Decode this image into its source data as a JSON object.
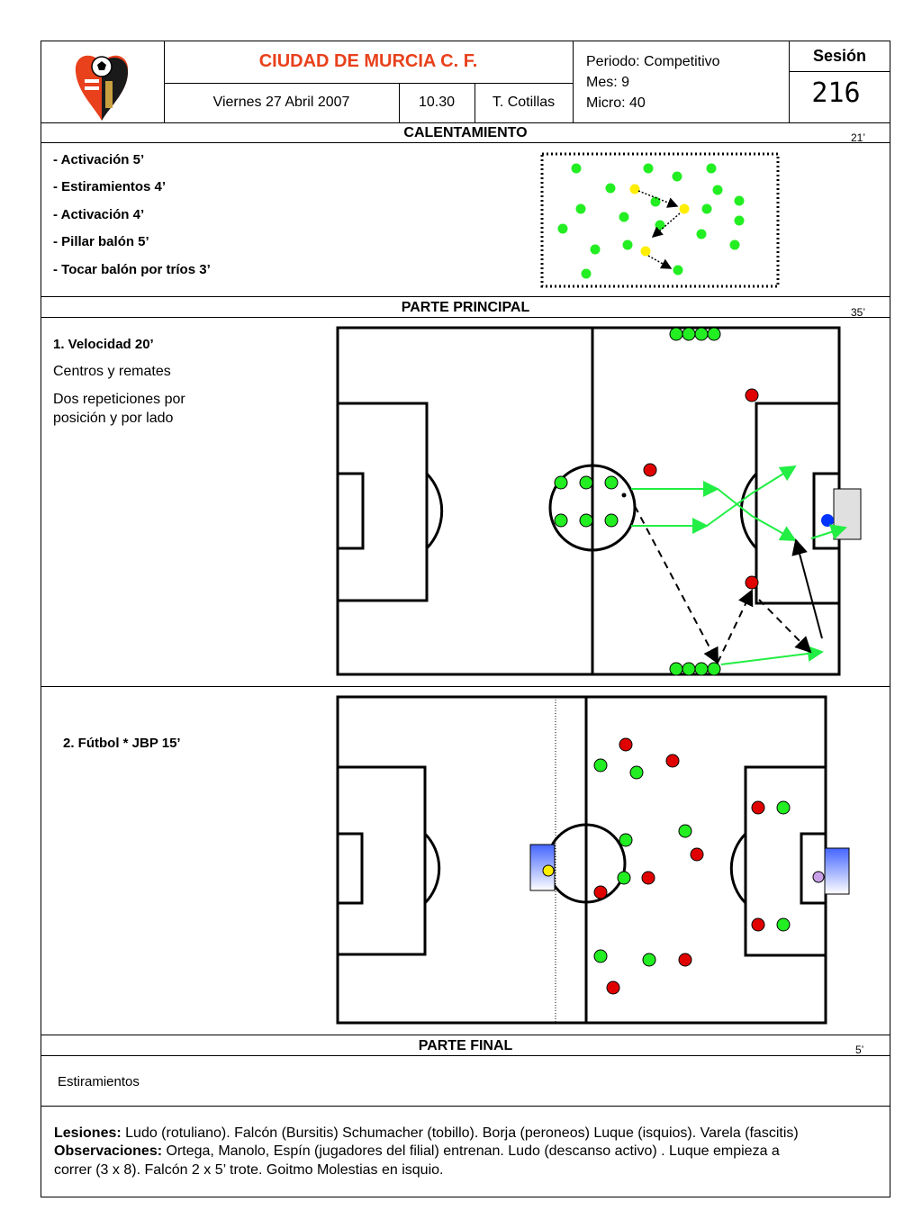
{
  "header": {
    "club_name": "CIUDAD DE MURCIA C. F.",
    "date": "Viernes 27 Abril  2007",
    "time": "10.30",
    "coach": "T. Cotillas",
    "period": "Periodo: Competitivo",
    "month": "Mes: 9",
    "micro": "Micro: 40",
    "session_label": "Sesión",
    "session_number": "216",
    "logo_icon": "club-crest-icon"
  },
  "warmup": {
    "title": "CALENTAMIENTO",
    "minutes": "21’",
    "items": [
      "- Activación  5’",
      "- Estiramientos 4’",
      "- Activación  4’",
      "- Pillar balón 5’",
      "- Tocar balón por tríos 3’"
    ]
  },
  "main": {
    "title": "PARTE PRINCIPAL",
    "minutes": "35’",
    "exercise1": {
      "title": "1. Velocidad  20’",
      "line1": "Centros y remates",
      "line2": "Dos repeticiones por",
      "line3": "posición y por lado"
    },
    "exercise2": {
      "title": "2. Fútbol  * JBP 15’"
    }
  },
  "final": {
    "title": "PARTE FINAL",
    "minutes": "5’",
    "text": "Estiramientos"
  },
  "notes": {
    "injuries_label": "Lesiones:",
    "injuries_text": "Ludo (rotuliano). Falcón (Bursitis) Schumacher (tobillo). Borja (peroneos) Luque (isquios). Varela (fascitis)",
    "observations_label": "Observaciones:",
    "observations_text": "Ortega, Manolo, Espín  (jugadores del filial) entrenan.  Ludo (descanso activo) . Luque empieza a",
    "observations_text2": "correr (3 x 8). Falcón 2 x 5’ trote. Goitmo Molestias en isquio."
  },
  "colors": {
    "club_red": "#e8411c",
    "player_green": "#22ee22",
    "player_red": "#e00000",
    "player_yellow": "#ffee00",
    "keeper_blue": "#0033ff",
    "keeper_lilac": "#c9a0e8",
    "arrow_green": "#22ee44"
  }
}
